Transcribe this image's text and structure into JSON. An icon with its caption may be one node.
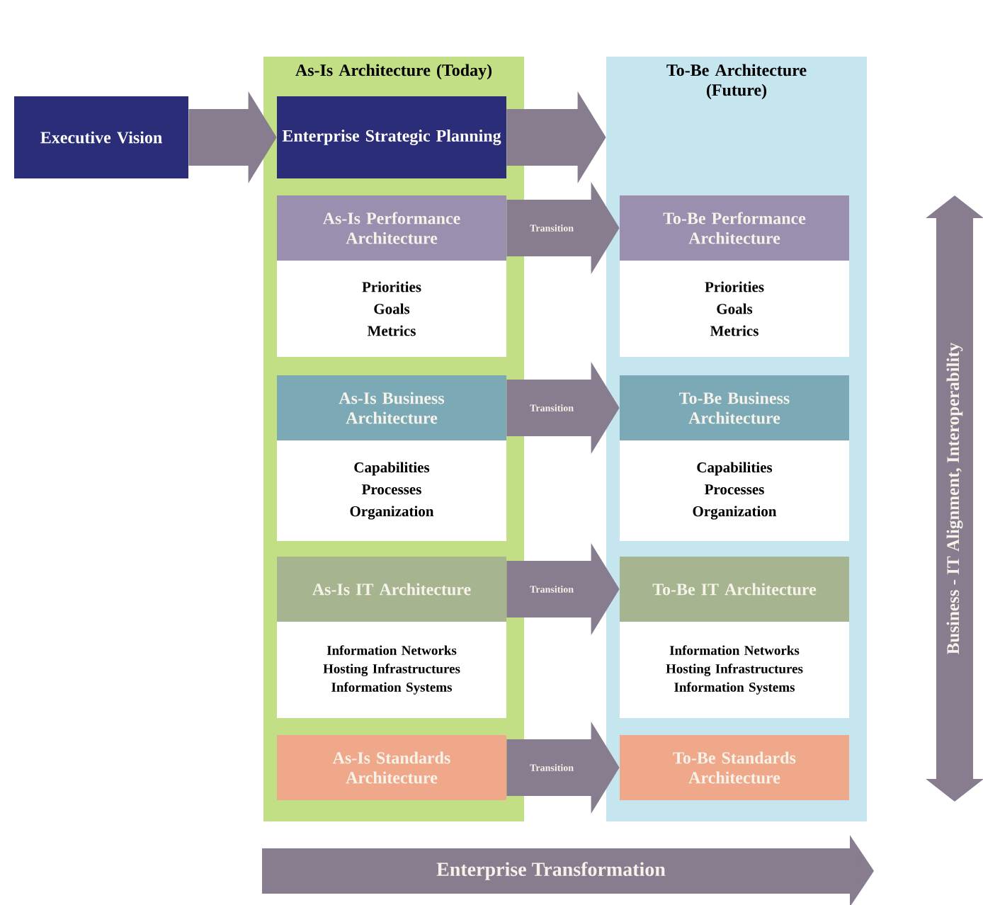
{
  "diagram": {
    "nodes": [
      {
        "text": [
          "Executive Vision"
        ]
      },
      {
        "text": [
          "As-Is Architecture (Today)"
        ]
      },
      {
        "text": [
          "To-Be Architecture (Future)"
        ]
      },
      {
        "text": [
          "Enterprise Strategic Planning"
        ],
        "in": 1
      },
      {
        "text": [
          "As-Is Performance Architecture",
          "Priorities",
          "Goals",
          "Metrics"
        ],
        "in": 1
      },
      {
        "text": [
          "To-Be Performance Architecture",
          "Priorities",
          "Goals",
          "Metrics"
        ],
        "in": 2
      },
      {
        "text": [
          "As-Is Business Architecture",
          "Capabilities",
          "Processes",
          "Organization"
        ],
        "in": 1
      },
      {
        "text": [
          "To-Be Business Architecture",
          "Capabilities",
          "Processes",
          "Organization"
        ],
        "in": 2
      },
      {
        "text": [
          "As-Is IT Architecture",
          "Information Networks",
          "Hosting Infrastructures",
          "Information Systems"
        ],
        "in": 1
      },
      {
        "text": [
          "To-Be IT Architecture",
          "Information Networks",
          "Hosting Infrastructures",
          "Information Systems"
        ],
        "in": 2
      },
      {
        "text": [
          "As-Is Standards Architecture"
        ],
        "in": 1
      },
      {
        "text": [
          "To-Be Standards Architecture"
        ],
        "in": 2
      }
    ],
    "edges": [
      {
        "from": 0,
        "to": 3,
        "arrow": "to"
      },
      {
        "from": 3,
        "to": 2,
        "arrow": "to"
      },
      {
        "from": 4,
        "to": 5,
        "arrow": "to",
        "label": "Transition"
      },
      {
        "from": 6,
        "to": 7,
        "arrow": "to",
        "label": "Transition"
      },
      {
        "from": 8,
        "to": 9,
        "arrow": "to",
        "label": "Transition"
      },
      {
        "from": 10,
        "to": 11,
        "arrow": "to",
        "label": "Transition"
      }
    ],
    "labels": [
      "Enterprise Transformation",
      "Business - IT Alignment, Interoperability"
    ]
  }
}
